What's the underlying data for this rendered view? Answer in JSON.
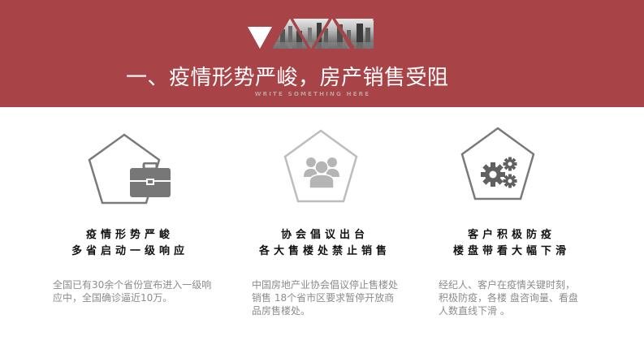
{
  "header": {
    "title": "一、疫情形势严峻，房产销售受阻",
    "subtitle": "WRITE SOMETHING HERE",
    "background_color": "#a84447"
  },
  "cards": [
    {
      "icon": "briefcase-icon",
      "heading_line1": "疫情形势严峻",
      "heading_line2": "多省启动一级响应",
      "description": "全国已有30余个省份宣布进入一级响应中，全国确诊逼近10万。"
    },
    {
      "icon": "users-group-icon",
      "heading_line1": "协会倡议出台",
      "heading_line2": "各大售楼处禁止销售",
      "description": "中国房地产业协会倡议停止售楼处销售  18个省市区要求暂停开放商品房售楼处。"
    },
    {
      "icon": "gears-icon",
      "heading_line1": "客户积极防疫",
      "heading_line2": "楼盘带看大幅下滑",
      "description": "经纪人、客户在疫情关键时刻，积极防疫，各楼 盘咨询量、看盘人数直线下滑 。"
    }
  ]
}
